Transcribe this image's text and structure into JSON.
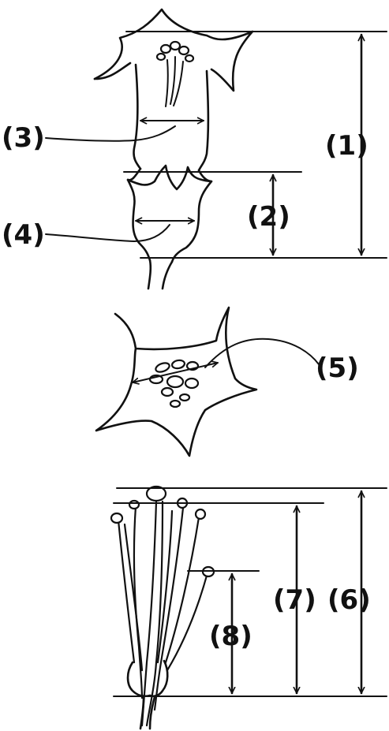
{
  "figure": {
    "labels": {
      "l1": "(1)",
      "l2": "(2)",
      "l3": "(3)",
      "l4": "(4)",
      "l5": "(5)",
      "l6": "(6)",
      "l7": "(7)",
      "l8": "(8)"
    }
  }
}
